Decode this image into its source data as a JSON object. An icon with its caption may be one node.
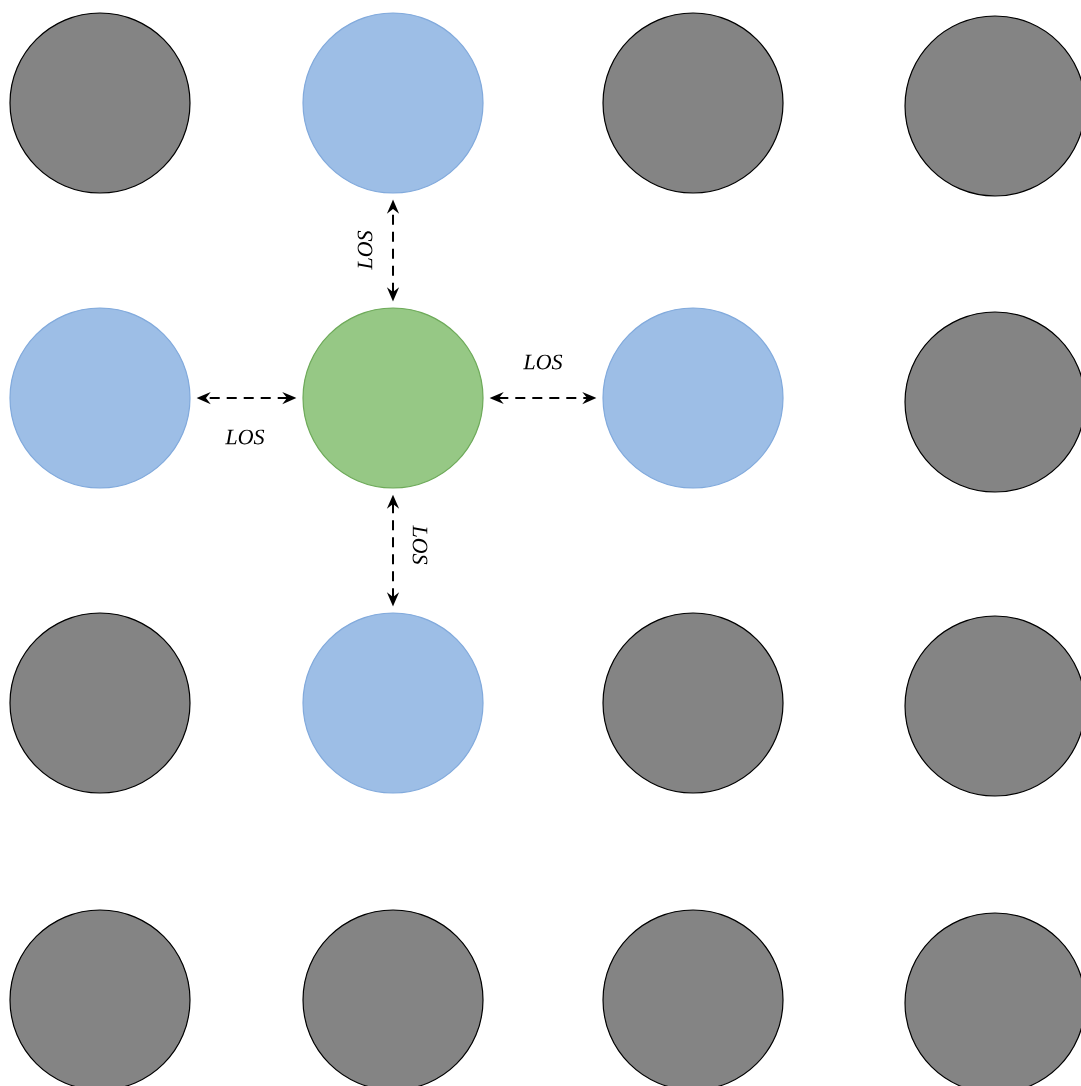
{
  "diagram": {
    "nodes": [
      {
        "text": [],
        "shape": "circle"
      },
      {
        "text": [],
        "shape": "circle"
      },
      {
        "text": [],
        "shape": "circle"
      },
      {
        "text": [],
        "shape": "circle"
      },
      {
        "text": [],
        "shape": "circle"
      },
      {
        "text": [],
        "shape": "circle"
      },
      {
        "text": [],
        "shape": "circle"
      },
      {
        "text": [],
        "shape": "circle"
      },
      {
        "text": [],
        "shape": "circle"
      },
      {
        "text": [],
        "shape": "circle"
      },
      {
        "text": [],
        "shape": "circle"
      },
      {
        "text": [],
        "shape": "circle"
      },
      {
        "text": [],
        "shape": "circle"
      },
      {
        "text": [],
        "shape": "circle"
      },
      {
        "text": [],
        "shape": "circle"
      },
      {
        "text": [],
        "shape": "circle"
      }
    ],
    "edges": [
      {
        "from": 5,
        "to": 1,
        "arrow": "both",
        "style": "dashed",
        "label": "LOS"
      },
      {
        "from": 5,
        "to": 4,
        "arrow": "both",
        "style": "dashed",
        "label": "LOS"
      },
      {
        "from": 5,
        "to": 6,
        "arrow": "both",
        "style": "dashed",
        "label": "LOS"
      },
      {
        "from": 5,
        "to": 9,
        "arrow": "both",
        "style": "dashed",
        "label": "LOS"
      }
    ]
  }
}
